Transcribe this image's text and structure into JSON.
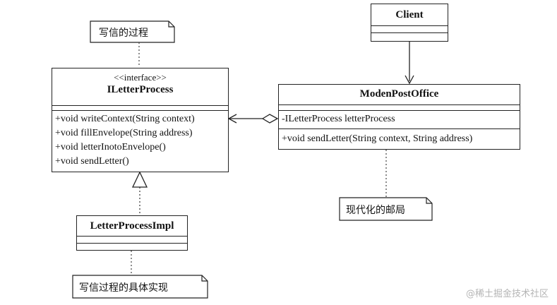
{
  "classes": {
    "client": {
      "name": "Client"
    },
    "letter_process": {
      "stereotype": "<<interface>>",
      "name": "ILetterProcess",
      "methods": [
        "+void writeContext(String context)",
        "+void fillEnvelope(String address)",
        "+void letterInotoEnvelope()",
        "+void sendLetter()"
      ]
    },
    "post_office": {
      "name": "ModenPostOffice",
      "attributes": [
        "-ILetterProcess letterProcess"
      ],
      "methods": [
        "+void sendLetter(String context, String address)"
      ]
    },
    "impl": {
      "name": "LetterProcessImpl"
    }
  },
  "notes": {
    "write_process": "写信的过程",
    "modern_post": "现代化的邮局",
    "impl_note": "写信过程的具体实现"
  },
  "watermark": "@稀土掘金技术社区"
}
